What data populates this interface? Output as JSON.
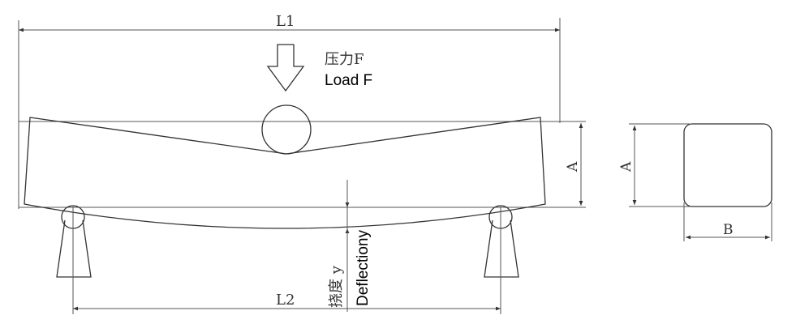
{
  "labels": {
    "l1": "L1",
    "l2": "L2",
    "load_cn": "压力F",
    "load_en": "Load F",
    "deflection_cn": "挠度 y",
    "deflection_en": "Deflectiony",
    "a_side": "A",
    "a_section": "A",
    "b_section": "B"
  }
}
